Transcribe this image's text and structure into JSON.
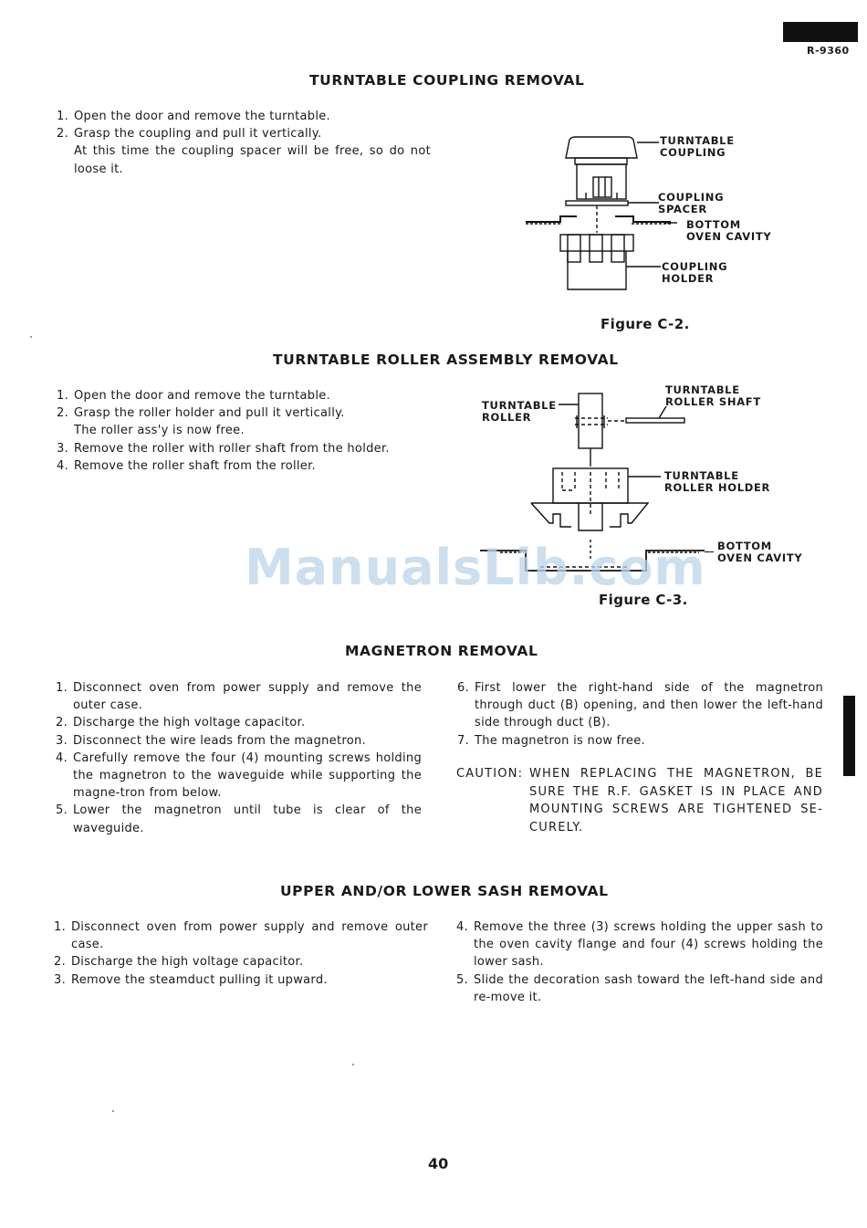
{
  "header": {
    "model": "R-9360"
  },
  "sec_coupling": {
    "title": "TURNTABLE COUPLING REMOVAL",
    "steps": [
      {
        "num": "1.",
        "text": "Open the door and remove the turntable."
      },
      {
        "num": "2.",
        "text": "Grasp the coupling and pull it vertically."
      }
    ],
    "note": "At this time the coupling spacer will be free, so do not loose it.",
    "figure": {
      "caption": "Figure C-2.",
      "label_coupling": "TURNTABLE\nCOUPLING",
      "label_spacer": "COUPLING\nSPACER",
      "label_bottom": "BOTTOM\nOVEN CAVITY",
      "label_holder": "COUPLING\nHOLDER"
    }
  },
  "sec_roller": {
    "title": "TURNTABLE ROLLER ASSEMBLY REMOVAL",
    "steps": [
      {
        "num": "1.",
        "text": "Open the door and remove the turntable."
      },
      {
        "num": "2.",
        "text": "Grasp the roller holder and pull it vertically."
      }
    ],
    "note": "The roller ass'y is now free.",
    "steps2": [
      {
        "num": "3.",
        "text": "Remove the roller with roller shaft from the holder."
      },
      {
        "num": "4.",
        "text": "Remove the roller shaft from the roller."
      }
    ],
    "figure": {
      "caption": "Figure C-3.",
      "label_roller": "TURNTABLE\nROLLER",
      "label_shaft": "TURNTABLE\nROLLER SHAFT",
      "label_holder": "TURNTABLE\nROLLER HOLDER",
      "label_bottom": "BOTTOM\nOVEN CAVITY"
    }
  },
  "watermark": "ManualsLib.com",
  "sec_magnetron": {
    "title": "MAGNETRON REMOVAL",
    "steps_left": [
      {
        "num": "1.",
        "text": "Disconnect oven from power supply and remove the outer case."
      },
      {
        "num": "2.",
        "text": "Discharge the high voltage capacitor."
      },
      {
        "num": "3.",
        "text": "Disconnect the wire leads from the magnetron."
      },
      {
        "num": "4.",
        "text": "Carefully remove the four (4) mounting screws holding the magnetron to the waveguide while supporting the magne-tron from below."
      },
      {
        "num": "5.",
        "text": "Lower the magnetron until tube is clear of the waveguide."
      }
    ],
    "steps_right": [
      {
        "num": "6.",
        "text": "First lower the right-hand side of the magnetron through duct (B) opening, and then lower the left-hand side through duct (B)."
      },
      {
        "num": "7.",
        "text": "The magnetron is now free."
      }
    ],
    "caution_label": "CAUTION:",
    "caution_text": "WHEN REPLACING THE MAGNETRON, BE SURE THE R.F. GASKET IS IN PLACE AND MOUNTING SCREWS ARE TIGHTENED SE-CURELY."
  },
  "sec_sash": {
    "title": "UPPER AND/OR LOWER SASH REMOVAL",
    "steps_left": [
      {
        "num": "1.",
        "text": "Disconnect oven from power supply and remove outer case."
      },
      {
        "num": "2.",
        "text": "Discharge the high voltage capacitor."
      },
      {
        "num": "3.",
        "text": "Remove the steamduct pulling it upward."
      }
    ],
    "steps_right": [
      {
        "num": "4.",
        "text": "Remove the three (3) screws holding the upper sash to the oven cavity flange and four (4) screws holding the lower sash."
      },
      {
        "num": "5.",
        "text": "Slide the decoration sash toward the left-hand side and re-move it."
      }
    ]
  },
  "footer": {
    "page_number": "40"
  }
}
